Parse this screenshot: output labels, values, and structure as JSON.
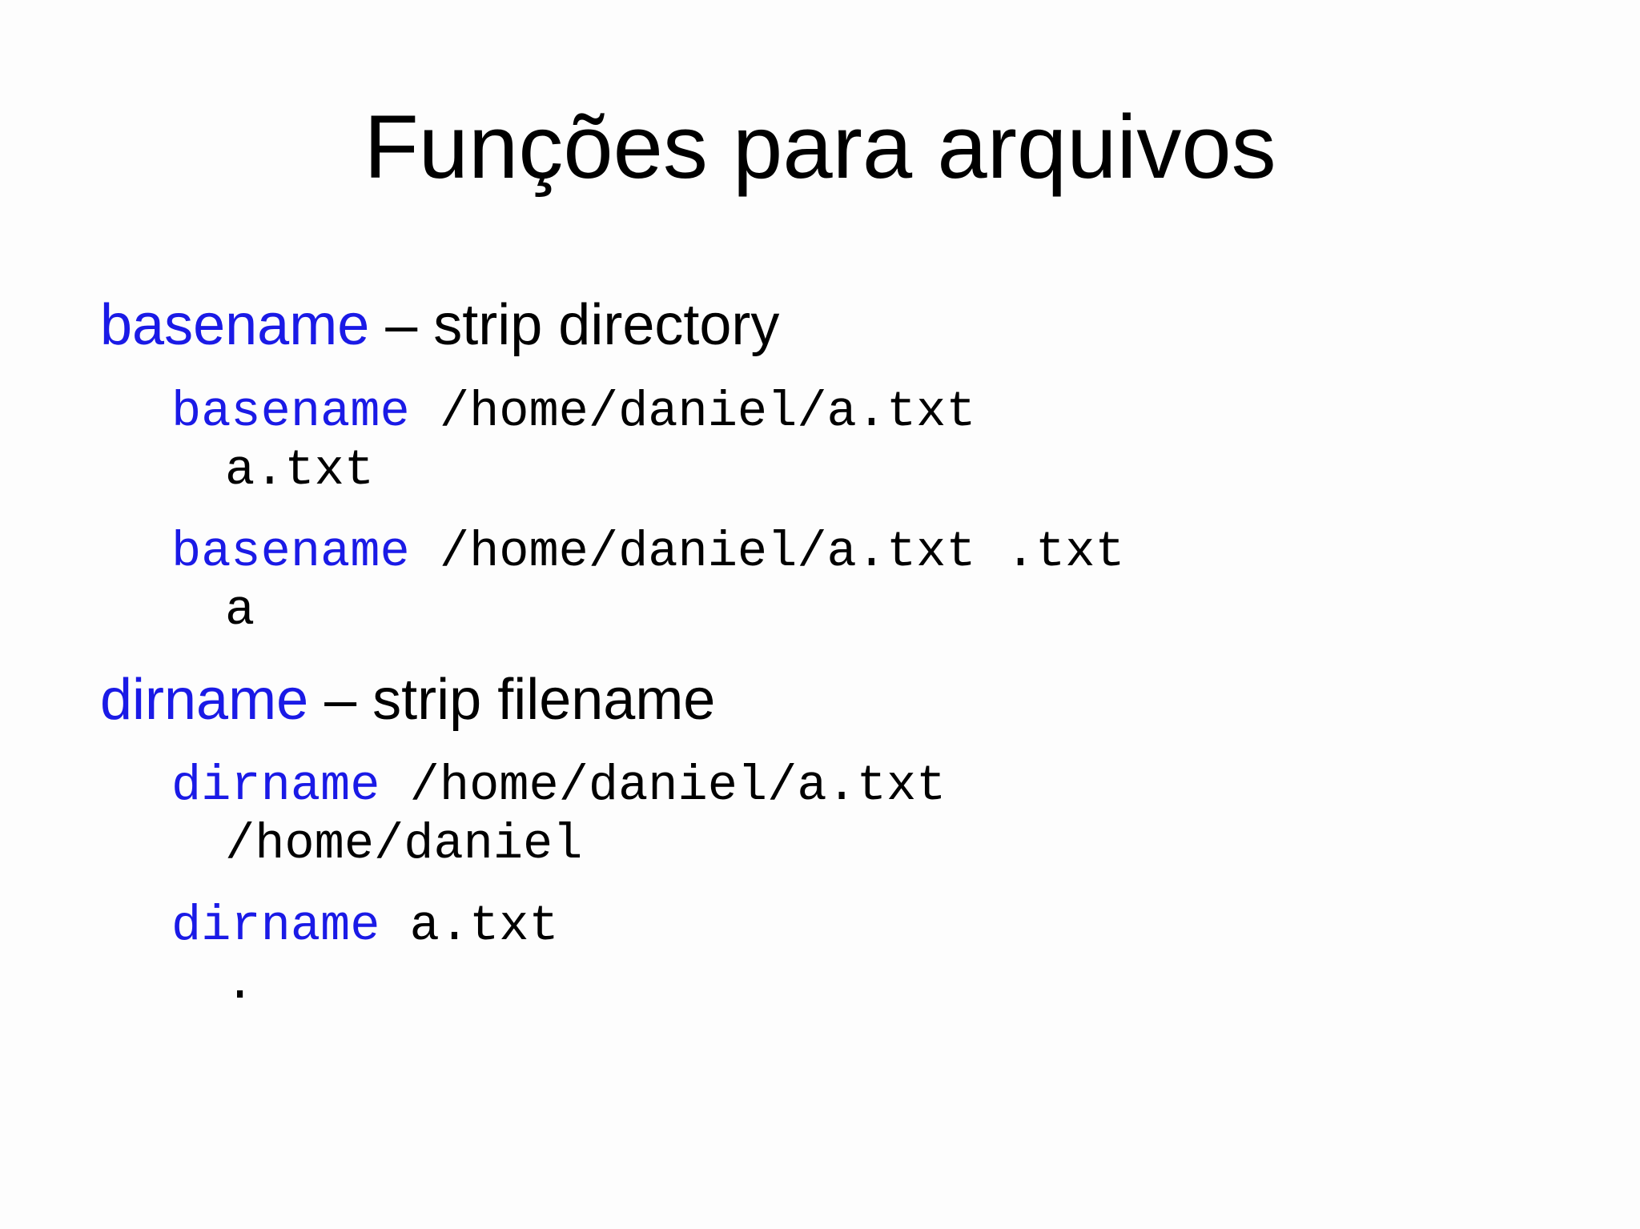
{
  "slide": {
    "title": "Funções para arquivos",
    "sections": [
      {
        "command": "basename",
        "description": " – strip directory",
        "examples": [
          {
            "command": "basename",
            "args": " /home/daniel/a.txt",
            "output": "a.txt"
          },
          {
            "command": "basename",
            "args": " /home/daniel/a.txt .txt",
            "output": "a"
          }
        ]
      },
      {
        "command": "dirname",
        "description": " – strip filename",
        "examples": [
          {
            "command": "dirname",
            "args": " /home/daniel/a.txt",
            "output": "/home/daniel"
          },
          {
            "command": "dirname",
            "args": " a.txt",
            "output": "."
          }
        ]
      }
    ]
  },
  "colors": {
    "command": "#1a1ae6",
    "text": "#000000",
    "background": "#fdfdfd"
  }
}
